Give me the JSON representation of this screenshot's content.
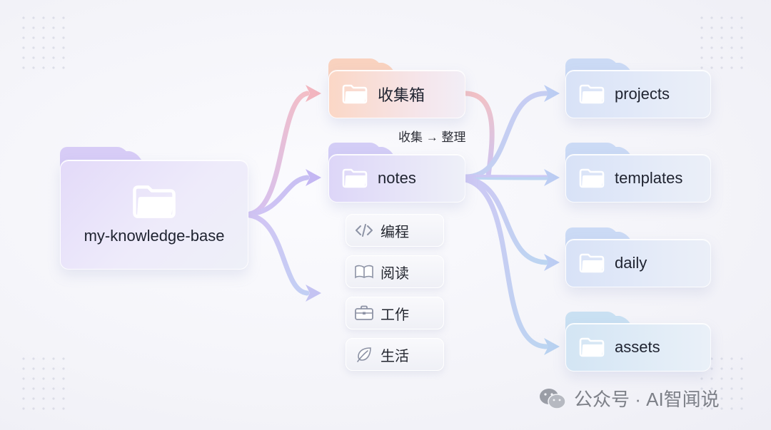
{
  "root": {
    "label": "my-knowledge-base"
  },
  "middle": {
    "inbox": {
      "label": "收集箱"
    },
    "notes": {
      "label": "notes"
    },
    "flow_caption": "收集 → 整理",
    "categories": [
      {
        "label": "编程",
        "icon": "code-icon"
      },
      {
        "label": "阅读",
        "icon": "book-icon"
      },
      {
        "label": "工作",
        "icon": "briefcase-icon"
      },
      {
        "label": "生活",
        "icon": "leaf-icon"
      }
    ]
  },
  "right": {
    "folders": [
      {
        "label": "projects"
      },
      {
        "label": "templates"
      },
      {
        "label": "daily"
      },
      {
        "label": "assets"
      }
    ]
  },
  "footer": {
    "text": "公众号 · AI智闻说",
    "icon": "wechat-icon"
  },
  "colors": {
    "root_accent": "#cfc3f5",
    "inbox_accent": "#f7c9b4",
    "notes_accent": "#cbc6f4",
    "right_accent": "#c9d9f5",
    "arrow_pink": "#f2b7c0",
    "arrow_purple": "#c7b8f2",
    "arrow_blue": "#b6cbf3"
  }
}
